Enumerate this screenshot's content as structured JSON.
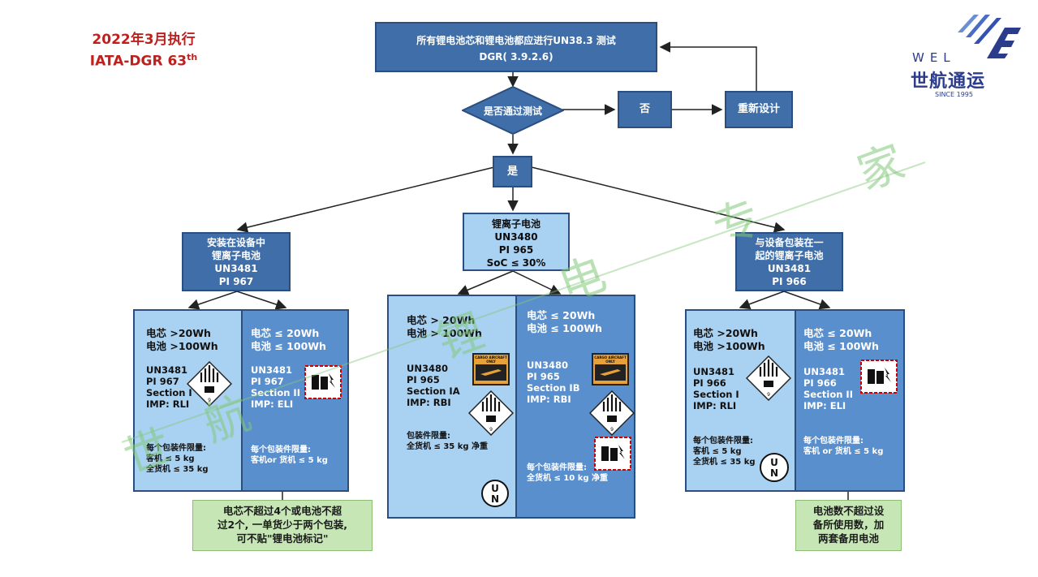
{
  "header": {
    "line1": "2022年3月执行",
    "line2": "IATA-DGR 63",
    "line2_sup": "th"
  },
  "logo": {
    "letters": "WEL",
    "name": "世航通运",
    "since": "SINCE 1995"
  },
  "top_box": {
    "line1": "所有锂电池芯和锂电池都应进行UN38.3 测试",
    "line2": "DGR( 3.9.2.6)"
  },
  "decision": "是否通过测试",
  "no_label": "否",
  "redesign": "重新设计",
  "yes_label": "是",
  "branches": {
    "left": [
      "安装在设备中",
      "锂离子电池",
      "UN3481",
      "PI 967"
    ],
    "center": [
      "锂离子电池",
      "UN3480",
      "PI 965",
      "SoC ≤ 30%"
    ],
    "right": [
      "与设备包装在一",
      "起的锂离子电池",
      "UN3481",
      "PI 966"
    ]
  },
  "panels": {
    "left": {
      "a_head": [
        "电芯  >20Wh",
        "电池  >100Wh"
      ],
      "a_info": [
        "UN3481",
        "PI 967",
        "Section I",
        "IMP: RLI"
      ],
      "a_limit": [
        "每个包装件限量:",
        "客机 ≤  5 kg",
        "全货机 ≤  35 kg"
      ],
      "b_head": [
        "电芯  ≤ 20Wh",
        "电池  ≤ 100Wh"
      ],
      "b_info": [
        "UN3481",
        "PI 967",
        "Section II",
        "IMP: ELI"
      ],
      "b_limit": [
        "每个包装件限量:",
        "客机or 货机 ≤  5 kg"
      ]
    },
    "center": {
      "a_head": [
        "电芯  > 20Wh",
        "电池  > 100Wh"
      ],
      "a_info": [
        "UN3480",
        "PI 965",
        "Section IA",
        "IMP: RBI"
      ],
      "a_limit": [
        "包装件限量:",
        "全货机 ≤ 35 kg 净重"
      ],
      "b_head": [
        "电芯  ≤ 20Wh",
        "电池  ≤ 100Wh"
      ],
      "b_info": [
        "UN3480",
        "PI 965",
        "Section IB",
        "IMP: RBI"
      ],
      "b_limit": [
        "每个包装件限量:",
        "全货机 ≤ 10 kg 净重"
      ]
    },
    "right": {
      "a_head": [
        "电芯  >20Wh",
        "电池  >100Wh"
      ],
      "a_info": [
        "UN3481",
        "PI 966",
        "Section I",
        "IMP: RLI"
      ],
      "a_limit": [
        "每个包装件限量:",
        "客机 ≤  5 kg",
        "全货机 ≤ 35 kg"
      ],
      "b_head": [
        "电芯  ≤ 20Wh",
        "电池  ≤ 100Wh"
      ],
      "b_info": [
        "UN3481",
        "PI 966",
        "Section II",
        "IMP: ELI"
      ],
      "b_limit": [
        "每个包装件限量:",
        "客机 or 货机 ≤  5 kg"
      ]
    }
  },
  "un_mark": {
    "top": "U",
    "bottom": "N"
  },
  "cargo_label_text": "CARGO AIRCRAFT ONLY",
  "notes": {
    "left": [
      "电芯不超过4个或电池不超",
      "过2个, 一单货少于两个包装,",
      "可不贴\"锂电池标记\""
    ],
    "right": [
      "电池数不超过设",
      "备所使用数，加",
      "两套备用电池"
    ]
  },
  "watermark": [
    "世",
    "航",
    "锂",
    "电",
    "专",
    "家"
  ],
  "colors": {
    "dark_box": "#3f6ea8",
    "light_box": "#a9d1f2",
    "mid_blue": "#5a8fce",
    "note_green": "#c6e7b5",
    "header_red": "#c0201c",
    "logo_blue": "#2b3c8c"
  }
}
